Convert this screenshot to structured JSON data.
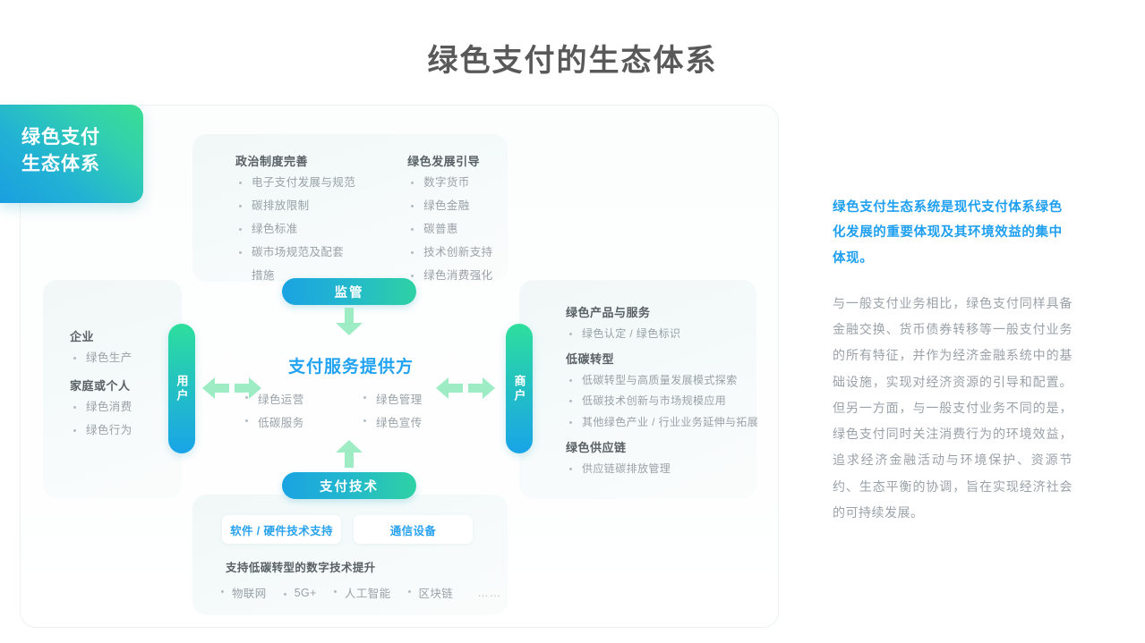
{
  "page": {
    "title": "绿色支付的生态体系"
  },
  "badge": {
    "line1": "绿色支付",
    "line2": "生态体系"
  },
  "regulation": {
    "pill_label": "监管",
    "columns": [
      {
        "heading": "政治制度完善",
        "items": [
          "电子支付发展与规范",
          "碳排放限制",
          "绿色标准",
          "碳市场规范及配套",
          "措施"
        ]
      },
      {
        "heading": "绿色发展引导",
        "items": [
          "数字货币",
          "绿色金融",
          "碳普惠",
          "技术创新支持",
          "绿色消费强化"
        ]
      }
    ]
  },
  "users": {
    "tab_label": "用户",
    "groups": [
      {
        "heading": "企业",
        "items": [
          "绿色生产"
        ]
      },
      {
        "heading": "家庭或个人",
        "items": [
          "绿色消费",
          "绿色行为"
        ]
      }
    ]
  },
  "merchants": {
    "tab_label": "商户",
    "groups": [
      {
        "heading": "绿色产品与服务",
        "items": [
          "绿色认定 / 绿色标识"
        ]
      },
      {
        "heading": "低碳转型",
        "items": [
          "低碳转型与高质量发展模式探索",
          "低碳技术创新与市场规模应用",
          "其他绿色产业 / 行业业务延伸与拓展"
        ]
      },
      {
        "heading": "绿色供应链",
        "items": [
          "供应链碳排放管理"
        ]
      }
    ]
  },
  "center": {
    "title": "支付服务提供方",
    "items": [
      "绿色运营",
      "绿色管理",
      "低碳服务",
      "绿色宣传"
    ]
  },
  "technology": {
    "pill_label": "支付技术",
    "chips": [
      "软件 / 硬件技术支持",
      "通信设备"
    ],
    "heading": "支持低碳转型的数字技术提升",
    "items": [
      "物联网",
      "5G+",
      "人工智能",
      "区块链"
    ],
    "ellipsis": "……"
  },
  "sidebar": {
    "headline": "绿色支付生态系统是现代支付体系绿色化发展的重要体现及其环境效益的集中体现。",
    "body": "与一般支付业务相比，绿色支付同样具备金融交换、货币债券转移等一般支付业务的所有特征，并作为经济金融系统中的基础设施，实现对经济资源的引导和配置。但另一方面，与一般支付业务不同的是，绿色支付同时关注消费行为的环境效益，追求经济金融活动与环境保护、资源节约、生态平衡的协调，旨在实现经济社会的可持续发展。"
  },
  "colors": {
    "accent_blue": "#22a3f2",
    "gradient_start": "#1aa3e2",
    "gradient_end": "#2ed2a4",
    "arrow_green": "#9eecc4",
    "body_gray": "#9aa2a8",
    "heading_gray": "#5a6166",
    "title_gray": "#595959"
  },
  "icons": {
    "arrow_down": "arrow-down-icon",
    "arrow_up": "arrow-up-icon",
    "arrow_left_right": "arrow-left-right-icon"
  }
}
